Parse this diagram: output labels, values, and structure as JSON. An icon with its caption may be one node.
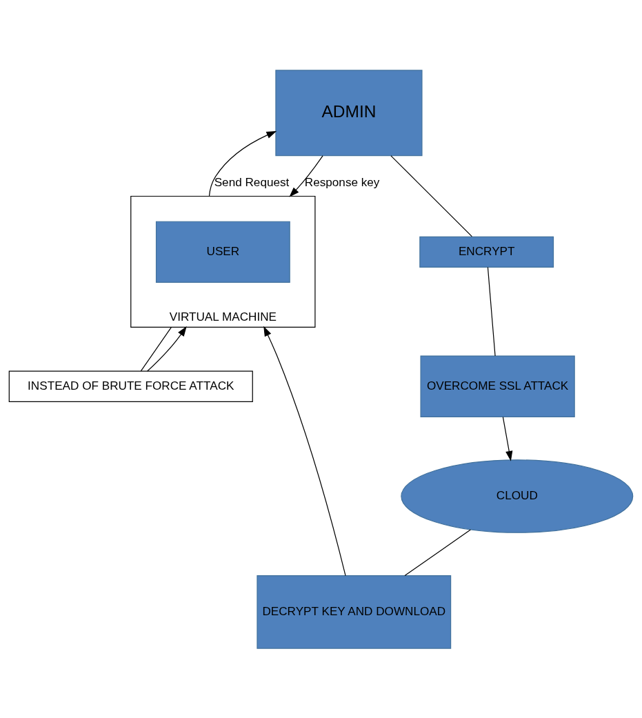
{
  "diagram": {
    "nodes": [
      {
        "text": [
          "VIRTUAL MACHINE"
        ]
      },
      {
        "text": [
          "USER"
        ],
        "in": 0
      },
      {
        "text": [
          "INSTEAD OF BRUTE FORCE ATTACK"
        ]
      },
      {
        "text": [
          "ADMIN"
        ]
      },
      {
        "text": [
          "ENCRYPT"
        ]
      },
      {
        "text": [
          "OVERCOME SSL ATTACK"
        ]
      },
      {
        "text": [
          "CLOUD"
        ]
      },
      {
        "text": [
          "DECRYPT KEY AND DOWNLOAD"
        ]
      }
    ],
    "edges": [
      {
        "from": 0,
        "to": 2,
        "arrow": "none"
      },
      {
        "from": 2,
        "to": 0,
        "arrow": "to"
      },
      {
        "from": 0,
        "to": 3,
        "arrow": "to",
        "label": "Send Request"
      },
      {
        "from": 3,
        "to": 0,
        "arrow": "to",
        "label": "Response key"
      },
      {
        "from": 3,
        "to": 4,
        "arrow": "none"
      },
      {
        "from": 4,
        "to": 5,
        "arrow": "none"
      },
      {
        "from": 5,
        "to": 6,
        "arrow": "to"
      },
      {
        "from": 6,
        "to": 7,
        "arrow": "none"
      },
      {
        "from": 7,
        "to": 0,
        "arrow": "to"
      }
    ]
  }
}
